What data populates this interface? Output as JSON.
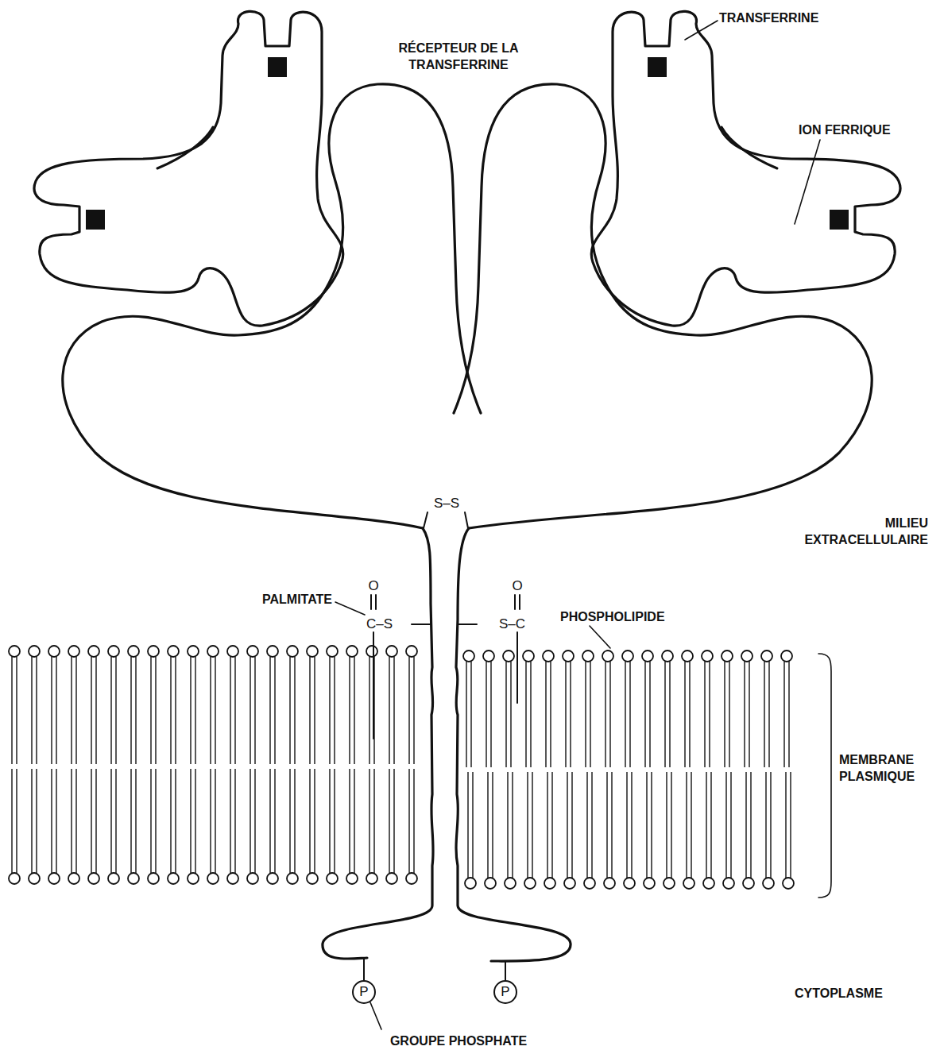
{
  "diagram": {
    "labels": [
      "RÉCEPTEUR DE LA TRANSFERRINE",
      "TRANSFERRINE",
      "ION FERRIQUE",
      "MILIEU EXTRACELLULAIRE",
      "PALMITATE",
      "PHOSPHOLIPIDE",
      "MEMBRANE PLASMIQUE",
      "CYTOPLASME",
      "GROUPE PHOSPHATE",
      "S–S",
      "O",
      "C–S",
      "O",
      "S–C",
      "P",
      "P"
    ]
  }
}
